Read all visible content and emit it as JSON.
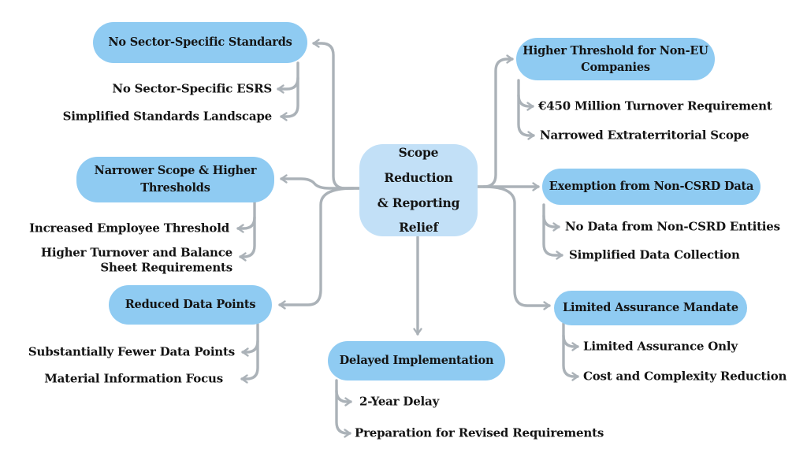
{
  "colors": {
    "background": "#ffffff",
    "branch_node_fill": "#8FCBF2",
    "center_node_fill": "#C2E0F7",
    "connector": "#ABB2B8",
    "text": "#141414"
  },
  "center_node": {
    "label": "Scope Reduction\n& Reporting\nRelief"
  },
  "branches": [
    {
      "id": "no-sector-specific-standards",
      "label": "No Sector-Specific Standards",
      "children": [
        "No Sector-Specific ESRS",
        "Simplified Standards Landscape"
      ]
    },
    {
      "id": "narrower-scope-higher-thresholds",
      "label": "Narrower Scope & Higher\nThresholds",
      "children": [
        "Increased Employee Threshold",
        "Higher Turnover and Balance\nSheet Requirements"
      ]
    },
    {
      "id": "reduced-data-points",
      "label": "Reduced Data Points",
      "children": [
        "Substantially Fewer Data Points",
        "Material Information Focus"
      ]
    },
    {
      "id": "delayed-implementation",
      "label": "Delayed Implementation",
      "children": [
        "2-Year Delay",
        "Preparation for Revised Requirements"
      ]
    },
    {
      "id": "higher-threshold-non-eu",
      "label": "Higher Threshold for Non-EU\nCompanies",
      "children": [
        "€450 Million Turnover Requirement",
        "Narrowed Extraterritorial Scope"
      ]
    },
    {
      "id": "exemption-non-csrd-data",
      "label": "Exemption from Non-CSRD Data",
      "children": [
        "No Data from Non-CSRD Entities",
        "Simplified Data Collection"
      ]
    },
    {
      "id": "limited-assurance-mandate",
      "label": "Limited Assurance Mandate",
      "children": [
        "Limited Assurance Only",
        "Cost and Complexity Reduction"
      ]
    }
  ]
}
